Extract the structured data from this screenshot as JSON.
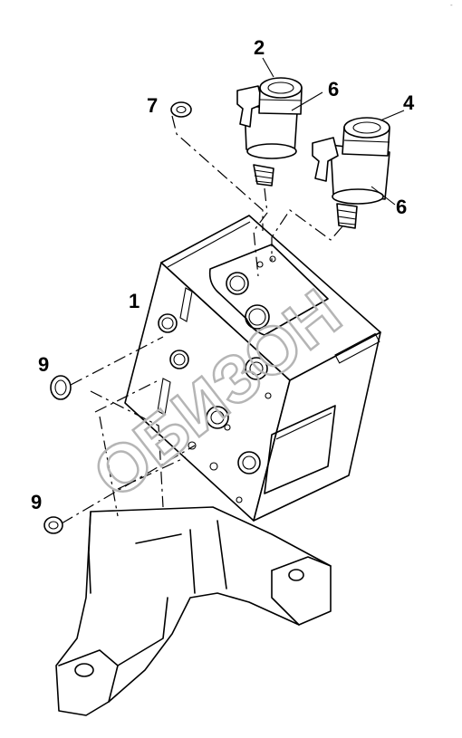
{
  "watermark": {
    "text": "ОБИЗОН"
  },
  "corner_mark": "-",
  "callouts": [
    {
      "id": "c-2",
      "text": "2"
    },
    {
      "id": "c-6a",
      "text": "6"
    },
    {
      "id": "c-7",
      "text": "7"
    },
    {
      "id": "c-4",
      "text": "4"
    },
    {
      "id": "c-6b",
      "text": "6"
    },
    {
      "id": "c-1",
      "text": "1"
    },
    {
      "id": "c-9a",
      "text": "9"
    },
    {
      "id": "c-9b",
      "text": "9"
    }
  ],
  "colors": {
    "line": "#000000",
    "watermark": "#b5b5b5",
    "background": "#ffffff"
  }
}
